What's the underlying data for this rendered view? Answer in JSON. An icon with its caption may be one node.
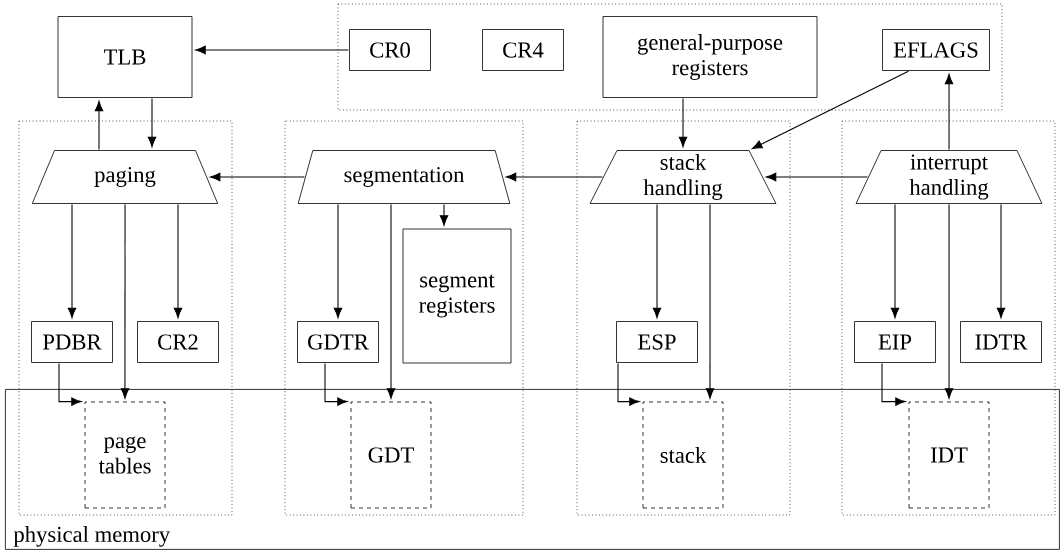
{
  "diagram": {
    "nodes": [
      {
        "text": [
          "TLB"
        ]
      },
      {
        "text": [
          "CR0"
        ]
      },
      {
        "text": [
          "CR4"
        ]
      },
      {
        "text": [
          "general-purpose registers"
        ]
      },
      {
        "text": [
          "EFLAGS"
        ]
      },
      {
        "text": [
          "paging"
        ]
      },
      {
        "text": [
          "segmentation"
        ]
      },
      {
        "text": [
          "stack handling"
        ]
      },
      {
        "text": [
          "interrupt handling"
        ]
      },
      {
        "text": [
          "segment registers"
        ]
      },
      {
        "text": [
          "PDBR"
        ]
      },
      {
        "text": [
          "CR2"
        ]
      },
      {
        "text": [
          "GDTR"
        ]
      },
      {
        "text": [
          "ESP"
        ]
      },
      {
        "text": [
          "EIP"
        ]
      },
      {
        "text": [
          "IDTR"
        ]
      },
      {
        "text": [
          "physical memory"
        ]
      },
      {
        "text": [
          "page tables"
        ],
        "in": 16
      },
      {
        "text": [
          "GDT"
        ],
        "in": 16
      },
      {
        "text": [
          "stack"
        ],
        "in": 16
      },
      {
        "text": [
          "IDT"
        ],
        "in": 16
      }
    ],
    "edges": [
      {
        "from": 1,
        "to": 0,
        "arrow": "to"
      },
      {
        "from": 5,
        "to": 0,
        "arrow": "to"
      },
      {
        "from": 0,
        "to": 5,
        "arrow": "to"
      },
      {
        "from": 6,
        "to": 5,
        "arrow": "to"
      },
      {
        "from": 7,
        "to": 6,
        "arrow": "to"
      },
      {
        "from": 8,
        "to": 7,
        "arrow": "to"
      },
      {
        "from": 3,
        "to": 7,
        "arrow": "to"
      },
      {
        "from": 4,
        "to": 7,
        "arrow": "to"
      },
      {
        "from": 8,
        "to": 4,
        "arrow": "to"
      },
      {
        "from": 5,
        "to": 10,
        "arrow": "to"
      },
      {
        "from": 5,
        "to": 17,
        "arrow": "to"
      },
      {
        "from": 5,
        "to": 11,
        "arrow": "to"
      },
      {
        "from": 6,
        "to": 12,
        "arrow": "to"
      },
      {
        "from": 6,
        "to": 18,
        "arrow": "to"
      },
      {
        "from": 6,
        "to": 9,
        "arrow": "to"
      },
      {
        "from": 7,
        "to": 13,
        "arrow": "to"
      },
      {
        "from": 7,
        "to": 19,
        "arrow": "to"
      },
      {
        "from": 8,
        "to": 14,
        "arrow": "to"
      },
      {
        "from": 8,
        "to": 20,
        "arrow": "to"
      },
      {
        "from": 8,
        "to": 15,
        "arrow": "to"
      },
      {
        "from": 10,
        "to": 17,
        "arrow": "to"
      },
      {
        "from": 12,
        "to": 18,
        "arrow": "to"
      },
      {
        "from": 13,
        "to": 19,
        "arrow": "to"
      },
      {
        "from": 14,
        "to": 20,
        "arrow": "to"
      }
    ]
  }
}
